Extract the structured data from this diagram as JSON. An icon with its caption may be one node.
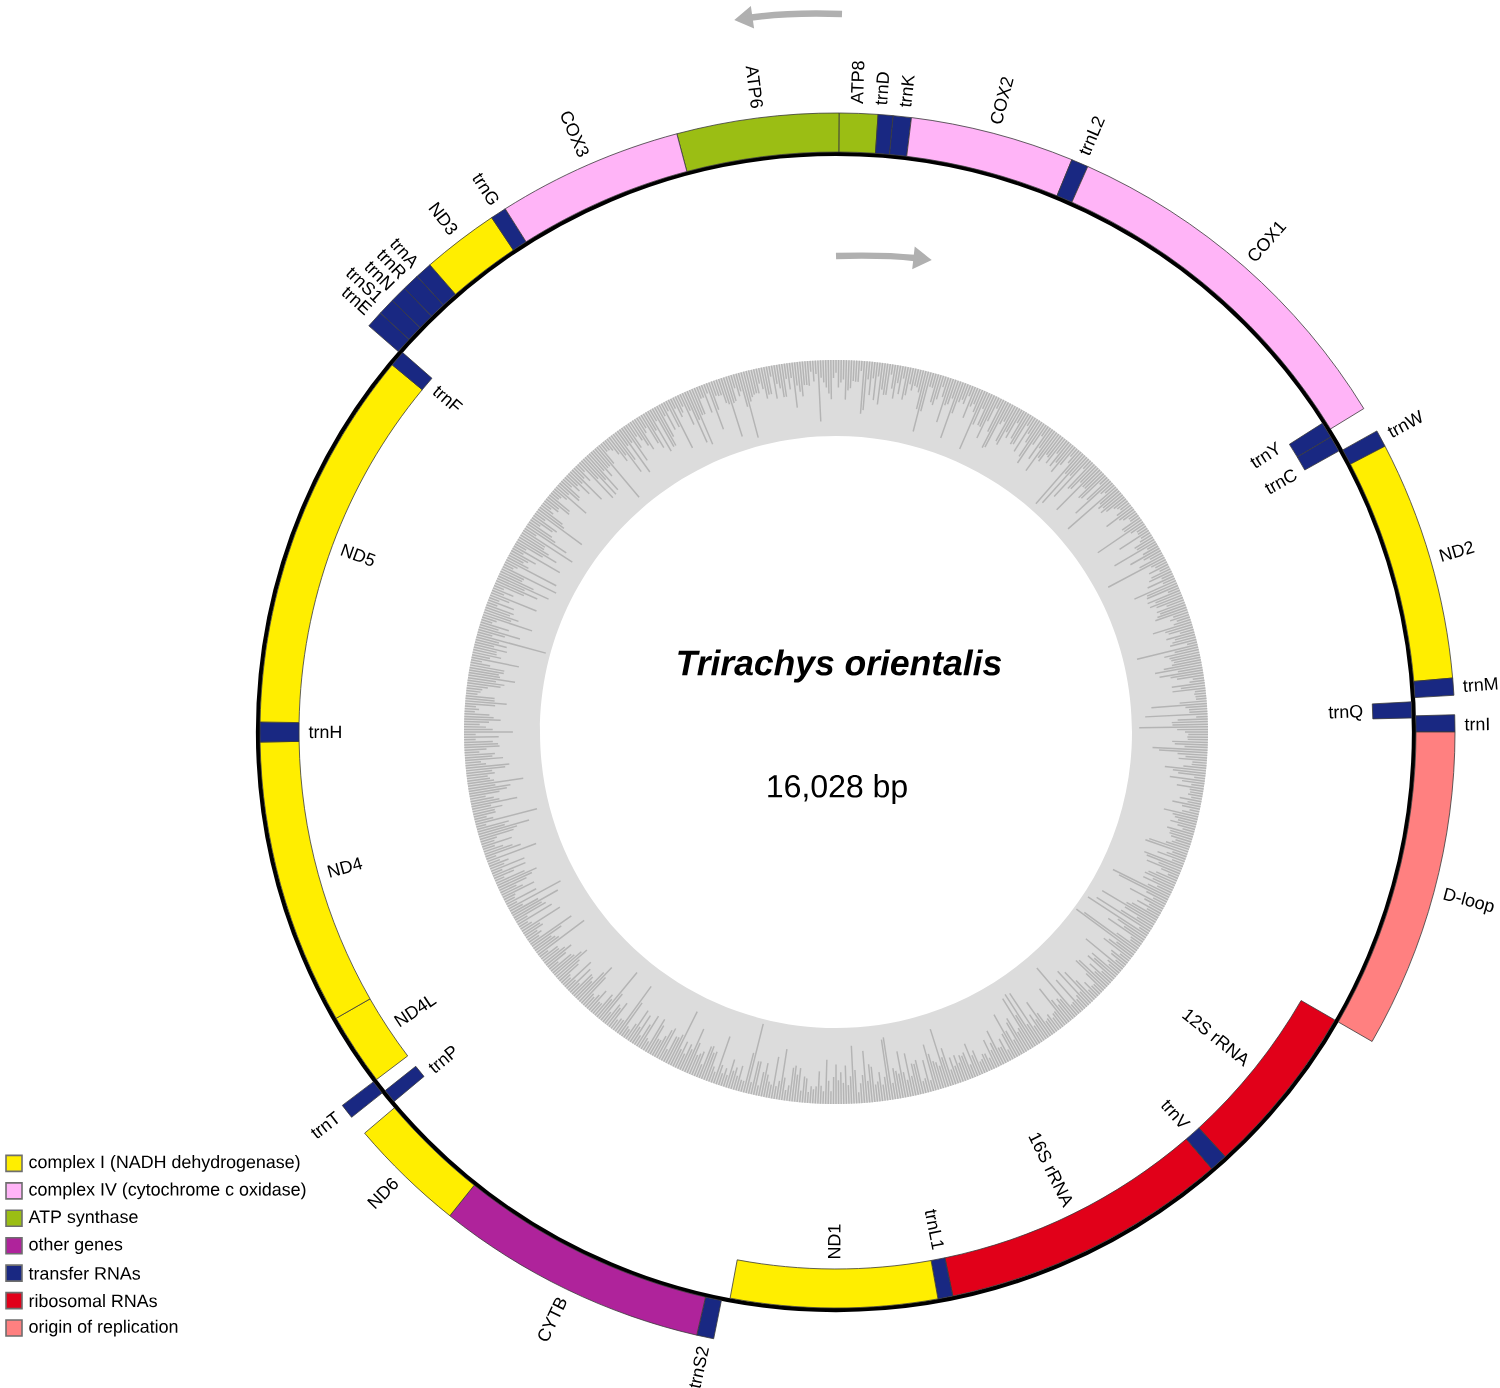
{
  "diagram": {
    "title": "Trirachys orientalis",
    "nodes": [
      {
        "text": [
          "ATP6"
        ]
      },
      {
        "text": [
          "ATP8"
        ]
      },
      {
        "text": [
          "trnD"
        ]
      },
      {
        "text": [
          "trnK"
        ]
      },
      {
        "text": [
          "COX2"
        ]
      },
      {
        "text": [
          "trnL2"
        ]
      },
      {
        "text": [
          "COX1"
        ]
      },
      {
        "text": [
          "trnY"
        ]
      },
      {
        "text": [
          "trnC"
        ]
      },
      {
        "text": [
          "trnW"
        ]
      },
      {
        "text": [
          "ND2"
        ]
      },
      {
        "text": [
          "trnM"
        ]
      },
      {
        "text": [
          "trnQ"
        ]
      },
      {
        "text": [
          "trnI"
        ]
      },
      {
        "text": [
          "D-loop"
        ]
      },
      {
        "text": [
          "12S rRNA"
        ]
      },
      {
        "text": [
          "trnV"
        ]
      },
      {
        "text": [
          "16S rRNA"
        ]
      },
      {
        "text": [
          "trnL1"
        ]
      },
      {
        "text": [
          "ND1"
        ]
      },
      {
        "text": [
          "trnS2"
        ]
      },
      {
        "text": [
          "CYTB"
        ]
      },
      {
        "text": [
          "ND6"
        ]
      },
      {
        "text": [
          "trnP"
        ]
      },
      {
        "text": [
          "trnT"
        ]
      },
      {
        "text": [
          "ND4L"
        ]
      },
      {
        "text": [
          "ND4"
        ]
      },
      {
        "text": [
          "trnH"
        ]
      },
      {
        "text": [
          "ND5"
        ]
      },
      {
        "text": [
          "trnF"
        ]
      },
      {
        "text": [
          "trnE"
        ]
      },
      {
        "text": [
          "trnS1"
        ]
      },
      {
        "text": [
          "trnN"
        ]
      },
      {
        "text": [
          "trnR"
        ]
      },
      {
        "text": [
          "trnA"
        ]
      },
      {
        "text": [
          "ND3"
        ]
      },
      {
        "text": [
          "trnG"
        ]
      },
      {
        "text": [
          "COX3"
        ]
      }
    ],
    "labels": [
      "16,028 bp"
    ],
    "legend": [
      {
        "text": "complex I (NADH dehydrogenase)",
        "color": "#ffee00"
      },
      {
        "text": "complex IV (cytochrome c oxidase)",
        "color": "#ffb4f7"
      },
      {
        "text": "ATP synthase",
        "color": "#9bbe14"
      },
      {
        "text": "other genes",
        "color": "#af239b"
      },
      {
        "text": "transfer RNAs",
        "color": "#192882"
      },
      {
        "text": "ribosomal RNAs",
        "color": "#e10019"
      },
      {
        "text": "origin of replication",
        "color": "#ff8080"
      }
    ]
  }
}
